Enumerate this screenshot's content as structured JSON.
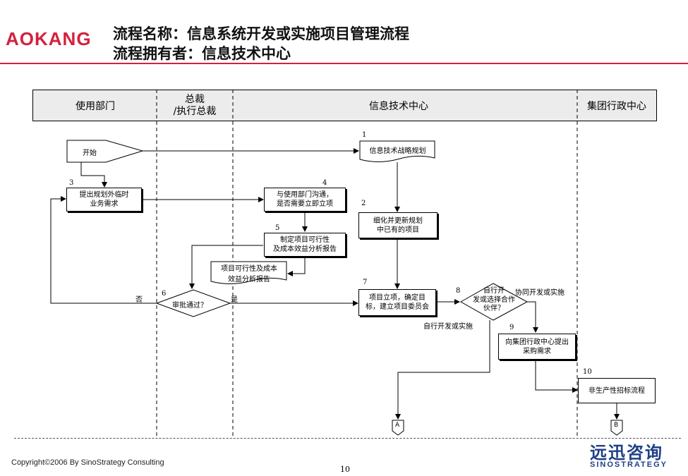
{
  "header": {
    "logo_text": "AOKANG",
    "title_line1": "流程名称：信息系统开发或实施项目管理流程",
    "title_line2": "流程拥有者：信息技术中心"
  },
  "lanes": [
    {
      "label": "使用部门"
    },
    {
      "label": "总裁\n/执行总裁"
    },
    {
      "label": "信息技术中心"
    },
    {
      "label": "集团行政中心"
    }
  ],
  "steps": {
    "start": {
      "label": "开始"
    },
    "s1": {
      "num": "1",
      "label": "信息技术战略规划"
    },
    "s2": {
      "num": "2",
      "label": "细化并更新规划\n中已有的项目"
    },
    "s3": {
      "num": "3",
      "label": "提出规划外临时\n业务需求"
    },
    "s4": {
      "num": "4",
      "label": "与使用部门沟通，\n是否需要立即立项"
    },
    "s5": {
      "num": "5",
      "label": "制定项目可行性\n及成本效益分析报告"
    },
    "doc": {
      "label": "项目可行性及成本\n效益分析报告"
    },
    "s6": {
      "num": "6",
      "label": "审批通过？"
    },
    "s7": {
      "num": "7",
      "label": "项目立项，确定目\n标，建立项目委员会"
    },
    "s8": {
      "num": "8",
      "label": "自行开\n发或选择合作\n伙伴？"
    },
    "s9": {
      "num": "9",
      "label": "向集团行政中心提出\n采购需求"
    },
    "s10": {
      "num": "10",
      "label": "非生产性招标流程"
    }
  },
  "edge_labels": {
    "no": "否",
    "yes": "是",
    "self_dev": "自行开发或实施",
    "partner_dev": "协同开发或实施"
  },
  "connectors": {
    "a": "A",
    "b": "B"
  },
  "footer": {
    "copyright": "Copyright©2006 By SinoStrategy Consulting",
    "page": "10",
    "brand_cn": "远迅咨询",
    "brand_en": "SINOSTRATEGY"
  },
  "colors": {
    "brand_red": "#d4213d",
    "brand_blue": "#1f3f86",
    "header_fill": "#ececec"
  }
}
